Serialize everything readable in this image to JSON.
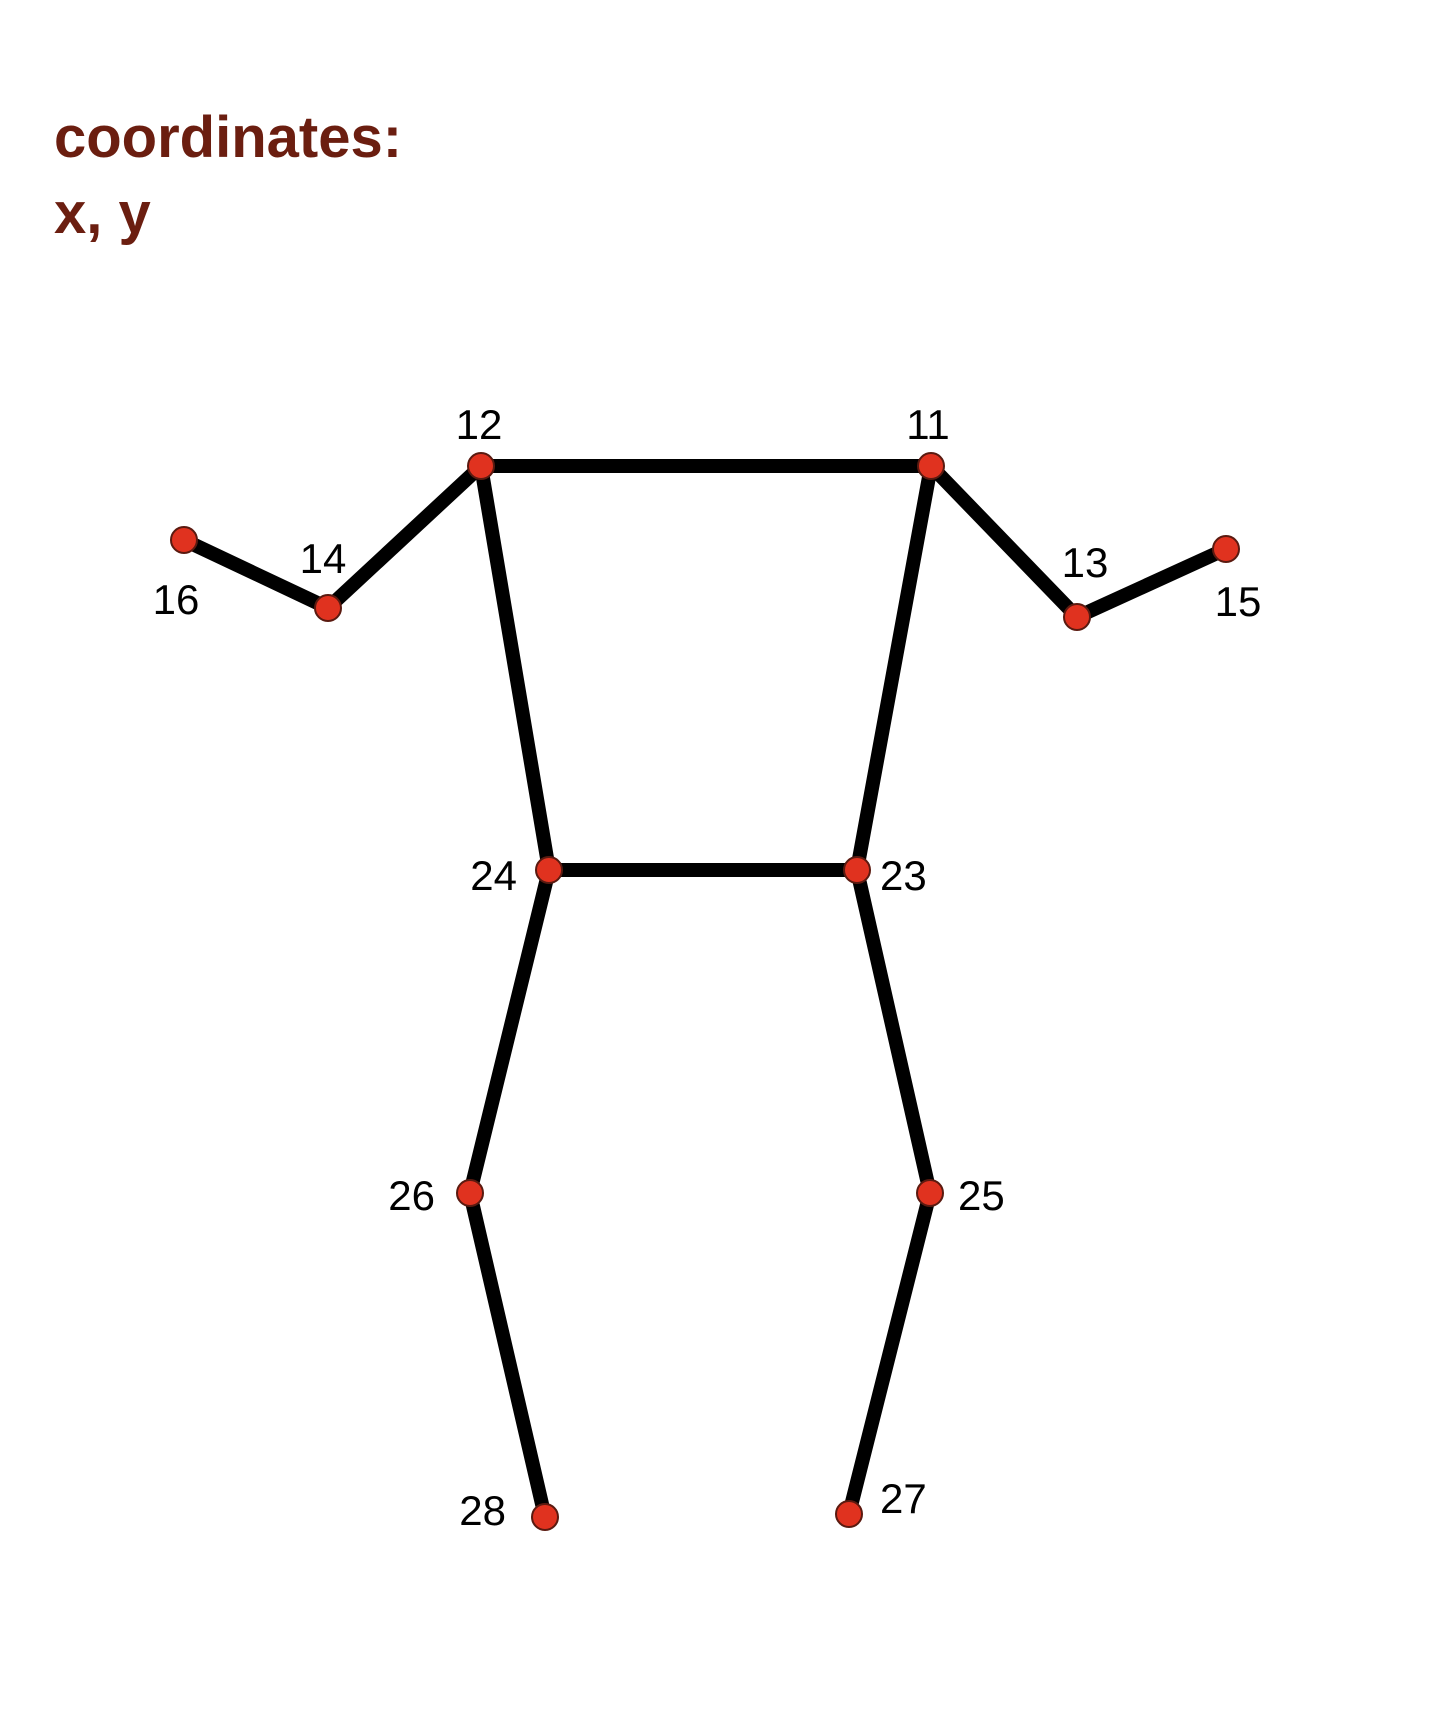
{
  "heading": {
    "line1": "coordinates:",
    "line2": "x, y",
    "color": "#6b1e10"
  },
  "colors": {
    "bone": "#000000",
    "joint_fill": "#e0321f",
    "label": "#000000"
  },
  "joints": [
    {
      "id": "11",
      "label": "11"
    },
    {
      "id": "12",
      "label": "12"
    },
    {
      "id": "13",
      "label": "13"
    },
    {
      "id": "14",
      "label": "14"
    },
    {
      "id": "15",
      "label": "15"
    },
    {
      "id": "16",
      "label": "16"
    },
    {
      "id": "23",
      "label": "23"
    },
    {
      "id": "24",
      "label": "24"
    },
    {
      "id": "25",
      "label": "25"
    },
    {
      "id": "26",
      "label": "26"
    },
    {
      "id": "27",
      "label": "27"
    },
    {
      "id": "28",
      "label": "28"
    }
  ],
  "connections": [
    [
      "12",
      "11"
    ],
    [
      "12",
      "14"
    ],
    [
      "14",
      "16"
    ],
    [
      "11",
      "13"
    ],
    [
      "13",
      "15"
    ],
    [
      "12",
      "24"
    ],
    [
      "11",
      "23"
    ],
    [
      "24",
      "23"
    ],
    [
      "24",
      "26"
    ],
    [
      "26",
      "28"
    ],
    [
      "23",
      "25"
    ],
    [
      "25",
      "27"
    ]
  ]
}
